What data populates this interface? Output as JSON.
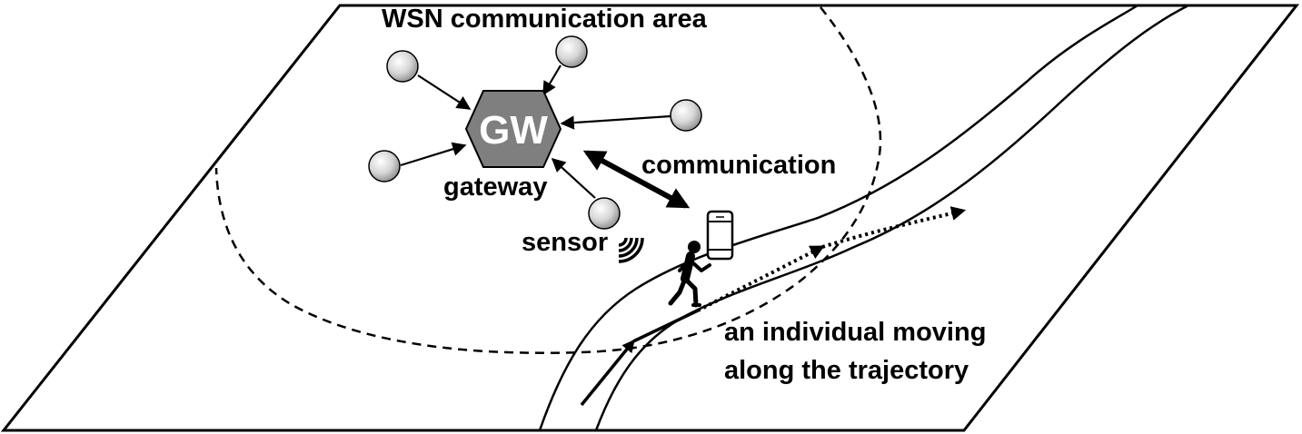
{
  "labels": {
    "area": "WSN communication area",
    "gateway_code": "GW",
    "gateway": "gateway",
    "communication": "communication",
    "sensor": "sensor",
    "individual_line1": "an individual moving",
    "individual_line2": "along the trajectory"
  },
  "colors": {
    "gateway_fill": "#7f7f7f",
    "gateway_text": "#ffffff",
    "sensor_light": "#ffffff",
    "sensor_dark": "#8a8a8a",
    "stroke": "#000000"
  },
  "icons": {
    "gateway": "hexagon-gateway-icon",
    "sensor": "sphere-sensor-icon",
    "signal": "wireless-signal-icon",
    "phone": "smartphone-icon",
    "person": "walking-person-icon"
  }
}
